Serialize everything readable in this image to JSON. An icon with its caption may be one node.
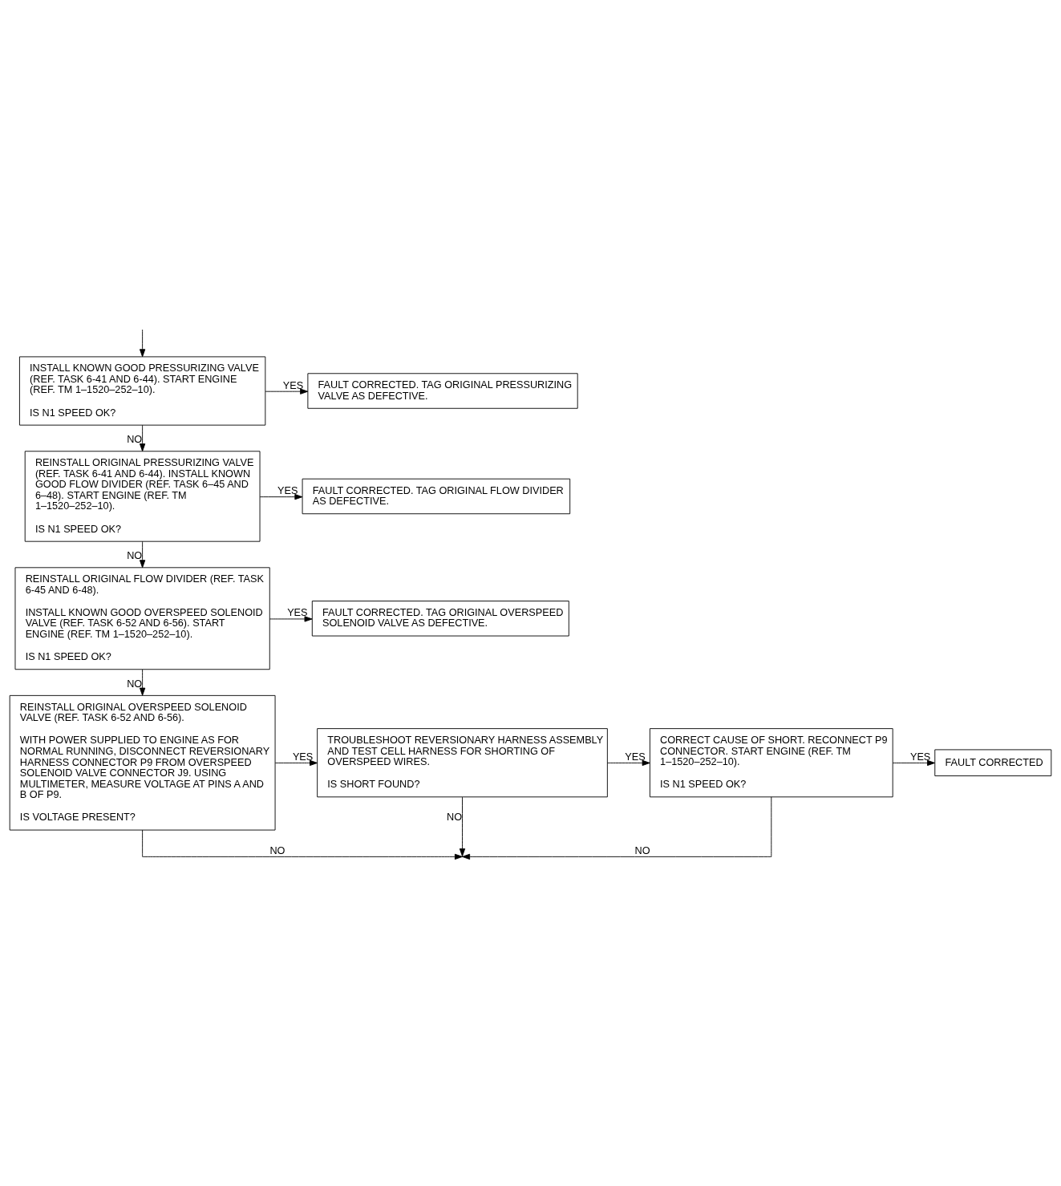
{
  "diagram": {
    "nodes": [
      {
        "text": [
          "INSTALL KNOWN GOOD PRESSURIZING VALVE (REF. TASK 6-41 AND 6-44). START ENGINE (REF. TM 1–1520–252–10).",
          "IS N1 SPEED OK?"
        ]
      },
      {
        "text": [
          "FAULT CORRECTED. TAG ORIGINAL PRESSURIZING VALVE AS DEFECTIVE."
        ]
      },
      {
        "text": [
          "REINSTALL ORIGINAL PRESSURIZING VALVE (REF. TASK 6-41 AND 6-44). INSTALL KNOWN GOOD FLOW DIVIDER (REF. TASK 6–45 AND 6–48). START ENGINE (REF. TM 1–1520–252–10).",
          "IS N1 SPEED OK?"
        ]
      },
      {
        "text": [
          "FAULT CORRECTED. TAG ORIGINAL FLOW DIVIDER AS DEFECTIVE."
        ]
      },
      {
        "text": [
          "REINSTALL ORIGINAL FLOW DIVIDER (REF. TASK 6-45 AND 6-48).",
          "INSTALL KNOWN GOOD OVERSPEED SOLENOID VALVE (REF. TASK 6-52 AND 6-56). START ENGINE (REF. TM 1–1520–252–10).",
          "IS N1 SPEED OK?"
        ]
      },
      {
        "text": [
          "FAULT CORRECTED. TAG ORIGINAL OVERSPEED SOLENOID VALVE AS DEFECTIVE."
        ]
      },
      {
        "text": [
          "REINSTALL ORIGINAL OVERSPEED SOLENOID VALVE (REF. TASK 6-52 AND 6-56).",
          "WITH POWER SUPPLIED TO ENGINE AS FOR NORMAL RUNNING, DISCONNECT REVERSIONARY HARNESS CONNECTOR P9 FROM OVERSPEED SOLENOID VALVE CONNECTOR J9. USING MULTIMETER, MEASURE VOLTAGE AT PINS A AND B OF P9.",
          "IS VOLTAGE PRESENT?"
        ]
      },
      {
        "text": [
          "TROUBLESHOOT REVERSIONARY HARNESS ASSEMBLY AND TEST CELL HARNESS FOR SHORTING OF OVERSPEED WIRES.",
          "IS SHORT FOUND?"
        ]
      },
      {
        "text": [
          "CORRECT CAUSE OF SHORT. RECONNECT P9 CONNECTOR. START ENGINE (REF. TM 1–1520–252–10).",
          "IS N1 SPEED OK?"
        ]
      },
      {
        "text": [
          "FAULT CORRECTED"
        ]
      }
    ],
    "edges": [
      {
        "from": null,
        "to": 0,
        "arrow": "to"
      },
      {
        "from": 0,
        "to": 1,
        "arrow": "to",
        "label": "YES"
      },
      {
        "from": 0,
        "to": 2,
        "arrow": "to",
        "label": "NO"
      },
      {
        "from": 2,
        "to": 3,
        "arrow": "to",
        "label": "YES"
      },
      {
        "from": 2,
        "to": 4,
        "arrow": "to",
        "label": "NO"
      },
      {
        "from": 4,
        "to": 5,
        "arrow": "to",
        "label": "YES"
      },
      {
        "from": 4,
        "to": 6,
        "arrow": "to",
        "label": "NO"
      },
      {
        "from": 6,
        "to": 7,
        "arrow": "to",
        "label": "YES"
      },
      {
        "from": 6,
        "to": null,
        "arrow": "to",
        "label": "NO"
      },
      {
        "from": 7,
        "to": null,
        "arrow": "to",
        "label": "NO"
      },
      {
        "from": 7,
        "to": 8,
        "arrow": "to",
        "label": "YES"
      },
      {
        "from": 8,
        "to": null,
        "arrow": "to",
        "label": "NO"
      },
      {
        "from": 8,
        "to": 9,
        "arrow": "to",
        "label": "YES"
      }
    ]
  }
}
